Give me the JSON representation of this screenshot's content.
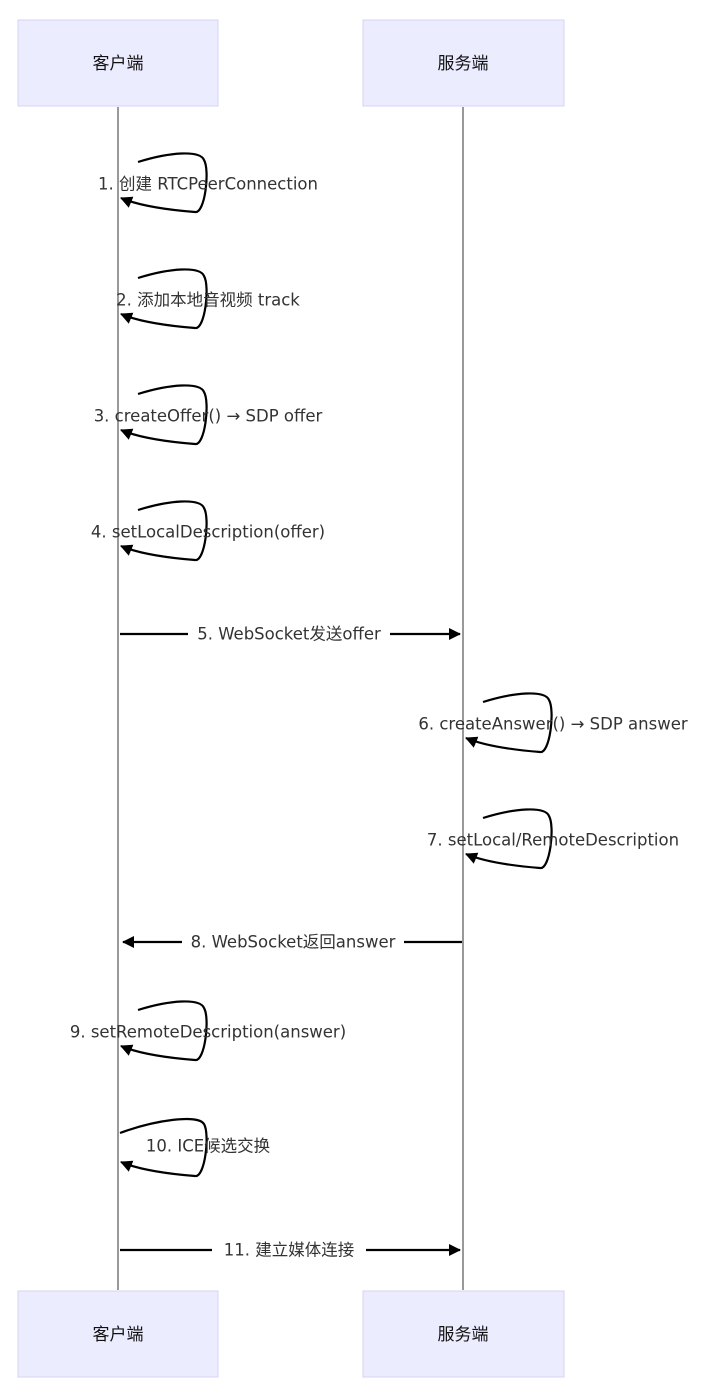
{
  "participants": [
    {
      "id": "client",
      "label": "客户端"
    },
    {
      "id": "server",
      "label": "服务端"
    }
  ],
  "messages": [
    {
      "number": 1,
      "from": "client",
      "to": "client",
      "text": "1. 创建 RTCPeerConnection"
    },
    {
      "number": 2,
      "from": "client",
      "to": "client",
      "text": "2. 添加本地音视频 track"
    },
    {
      "number": 3,
      "from": "client",
      "to": "client",
      "text": "3. createOffer() → SDP offer"
    },
    {
      "number": 4,
      "from": "client",
      "to": "client",
      "text": "4. setLocalDescription(offer)"
    },
    {
      "number": 5,
      "from": "client",
      "to": "server",
      "text": "5. WebSocket发送offer"
    },
    {
      "number": 6,
      "from": "server",
      "to": "server",
      "text": "6. createAnswer() → SDP answer"
    },
    {
      "number": 7,
      "from": "server",
      "to": "server",
      "text": "7. setLocal/RemoteDescription"
    },
    {
      "number": 8,
      "from": "server",
      "to": "client",
      "text": "8. WebSocket返回answer"
    },
    {
      "number": 9,
      "from": "client",
      "to": "client",
      "text": "9. setRemoteDescription(answer)"
    },
    {
      "number": 10,
      "from": "client",
      "to": "client",
      "text": "10. ICE候选交换"
    },
    {
      "number": 11,
      "from": "client",
      "to": "server",
      "text": "11. 建立媒体连接"
    }
  ],
  "colors": {
    "actor_fill": "#ececff",
    "actor_border": "#d3d3f5",
    "lifeline": "#999999",
    "arrow": "#000000",
    "text": "#333333"
  }
}
